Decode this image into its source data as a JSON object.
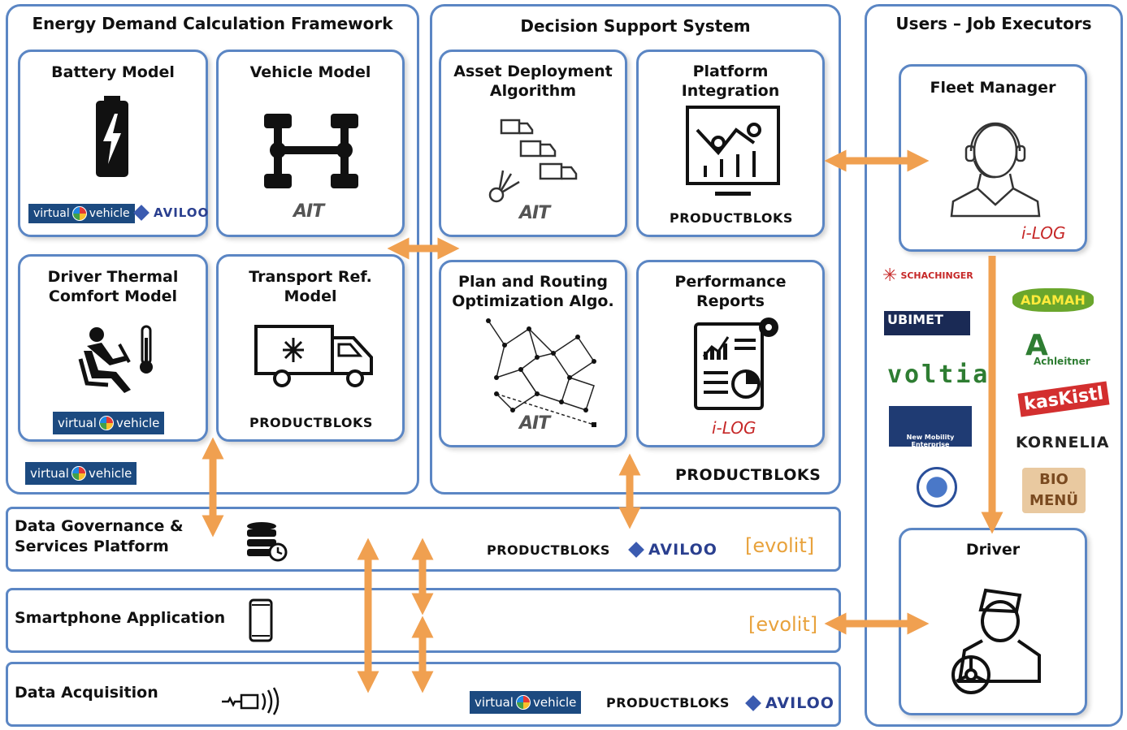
{
  "sections": {
    "energy": "Energy Demand Calculation Framework",
    "dss": "Decision Support System",
    "users": "Users – Job Executors"
  },
  "boxes": {
    "battery": "Battery Model",
    "vehicle": "Vehicle Model",
    "thermal_1": "Driver Thermal",
    "thermal_2": "Comfort Model",
    "transport_1": "Transport Ref.",
    "transport_2": "Model",
    "asset_1": "Asset Deployment",
    "asset_2": "Algorithm",
    "platform_1": "Platform",
    "platform_2": "Integration",
    "routing_1": "Plan and Routing",
    "routing_2": "Optimization Algo.",
    "perf_1": "Performance",
    "perf_2": "Reports",
    "fleet": "Fleet Manager",
    "driver": "Driver"
  },
  "rows": {
    "gov_1": "Data Governance &",
    "gov_2": "Services Platform",
    "app": "Smartphone Application",
    "acq": "Data Acquisition"
  },
  "logos": {
    "productbloks": "PRODUCTBLOKS",
    "virtual": "virtual",
    "vehicle_word": "vehicle",
    "aviloo": "AVILOO",
    "evolit": "[evolit]",
    "ait": "AIT",
    "ilog": "i-LOG",
    "schachinger": "SCHACHINGER",
    "ubimet": "UBIMET",
    "voltia": "voltia",
    "nme": "New Mobility Enterprise",
    "adamah": "ADAMAH",
    "achleitner": "Achleitner",
    "kaskistl": "kasKistl",
    "kornelia": "KORNELIA",
    "biomenu": "BIO MENÜ"
  },
  "colors": {
    "border": "#5b86c4",
    "arrow": "#f0a050",
    "vv": "#1c4a80"
  }
}
